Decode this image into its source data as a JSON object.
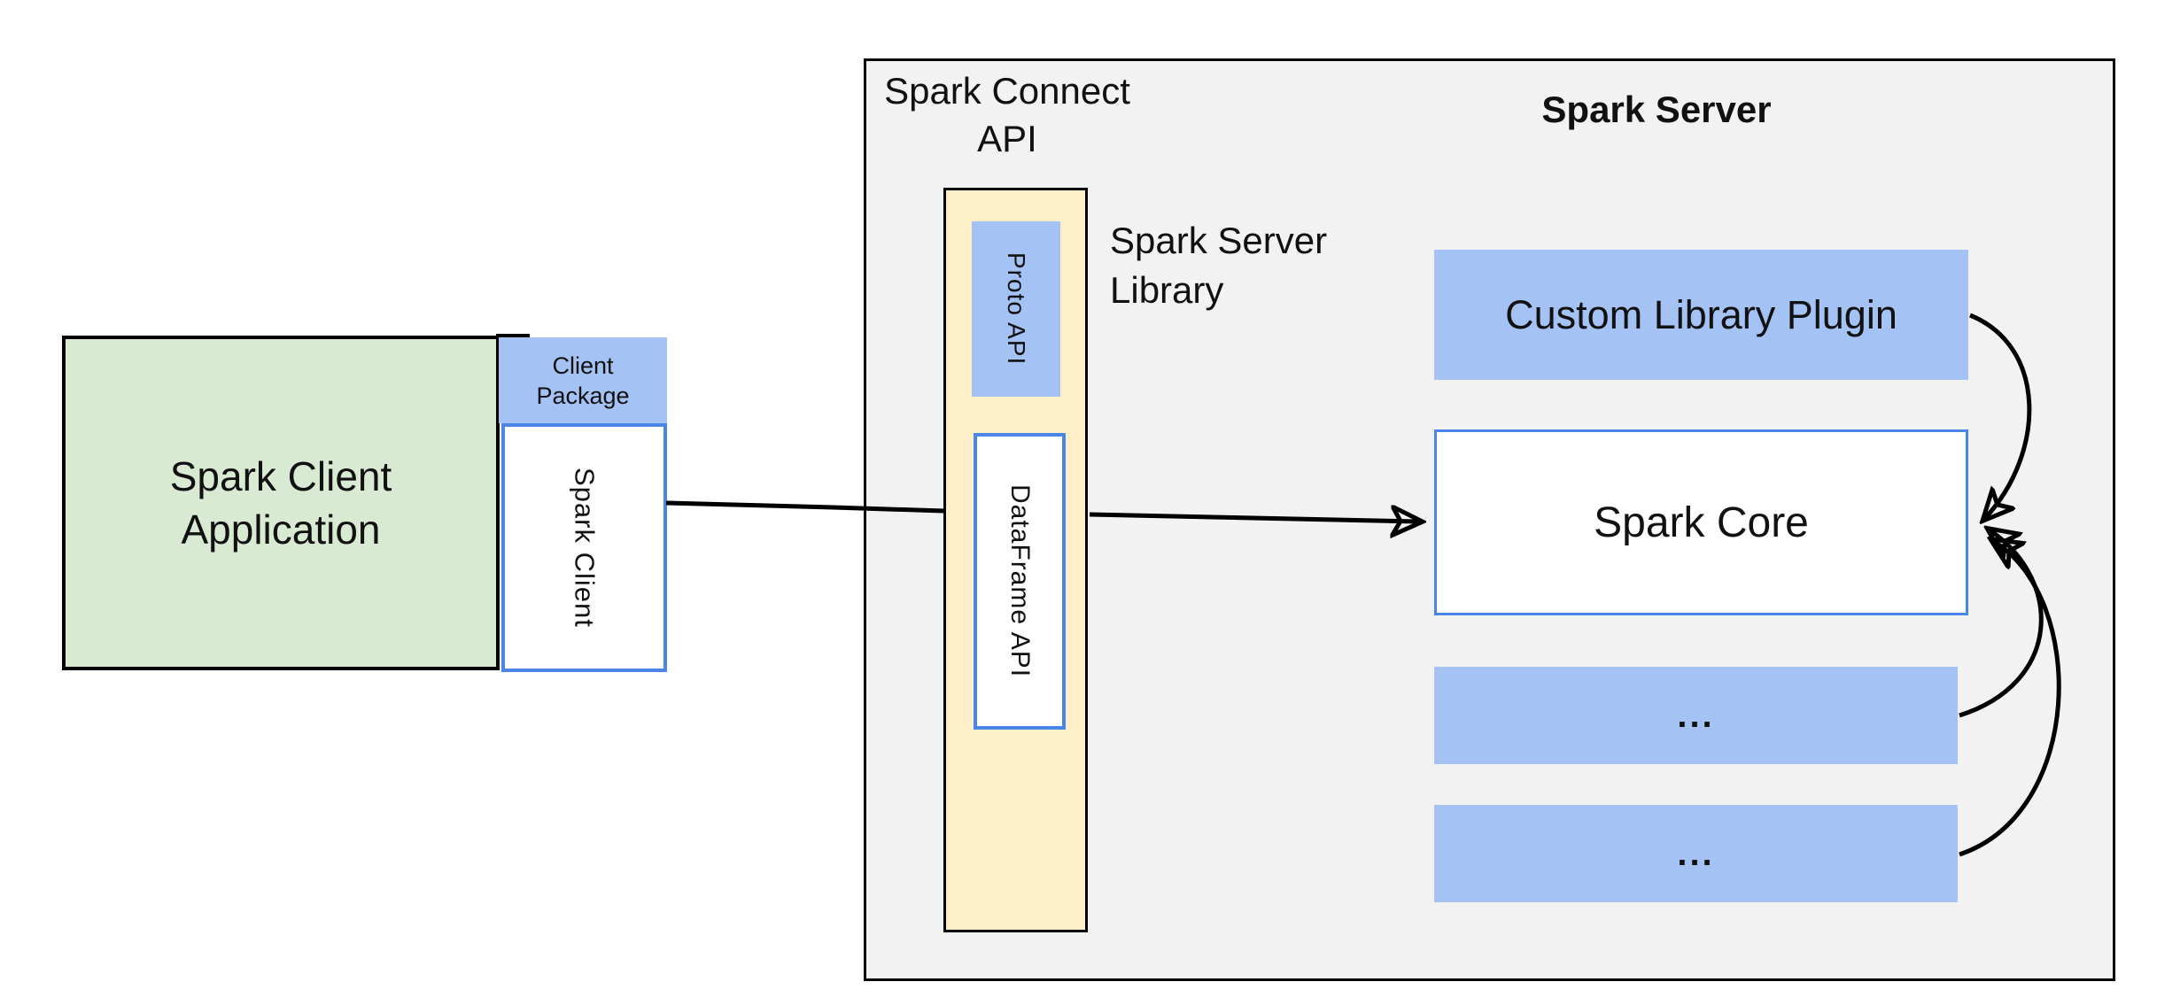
{
  "colors": {
    "bg": "#ffffff",
    "server-fill": "#f2f2f3",
    "green-fill": "#d9ead3",
    "blue-fill": "#a4c2f4",
    "yellow-fill": "#fdf0c8",
    "blue-border": "#4a86e8",
    "line": "#000000"
  },
  "client_app": {
    "line1": "Spark Client",
    "line2": "Application"
  },
  "client_package": {
    "line1": "Client",
    "line2": "Package"
  },
  "spark_client": {
    "label": "Spark Client"
  },
  "server": {
    "title": "Spark Server"
  },
  "connect_api": {
    "line1": "Spark Connect",
    "line2": "API"
  },
  "proto_api": {
    "label": "Proto API"
  },
  "dataframe_api": {
    "label": "DataFrame API"
  },
  "server_library": {
    "line1": "Spark Server",
    "line2": "Library"
  },
  "custom_plugin": {
    "label": "Custom Library Plugin"
  },
  "spark_core": {
    "label": "Spark Core"
  },
  "ellipsis_1": {
    "label": "..."
  },
  "ellipsis_2": {
    "label": "..."
  }
}
